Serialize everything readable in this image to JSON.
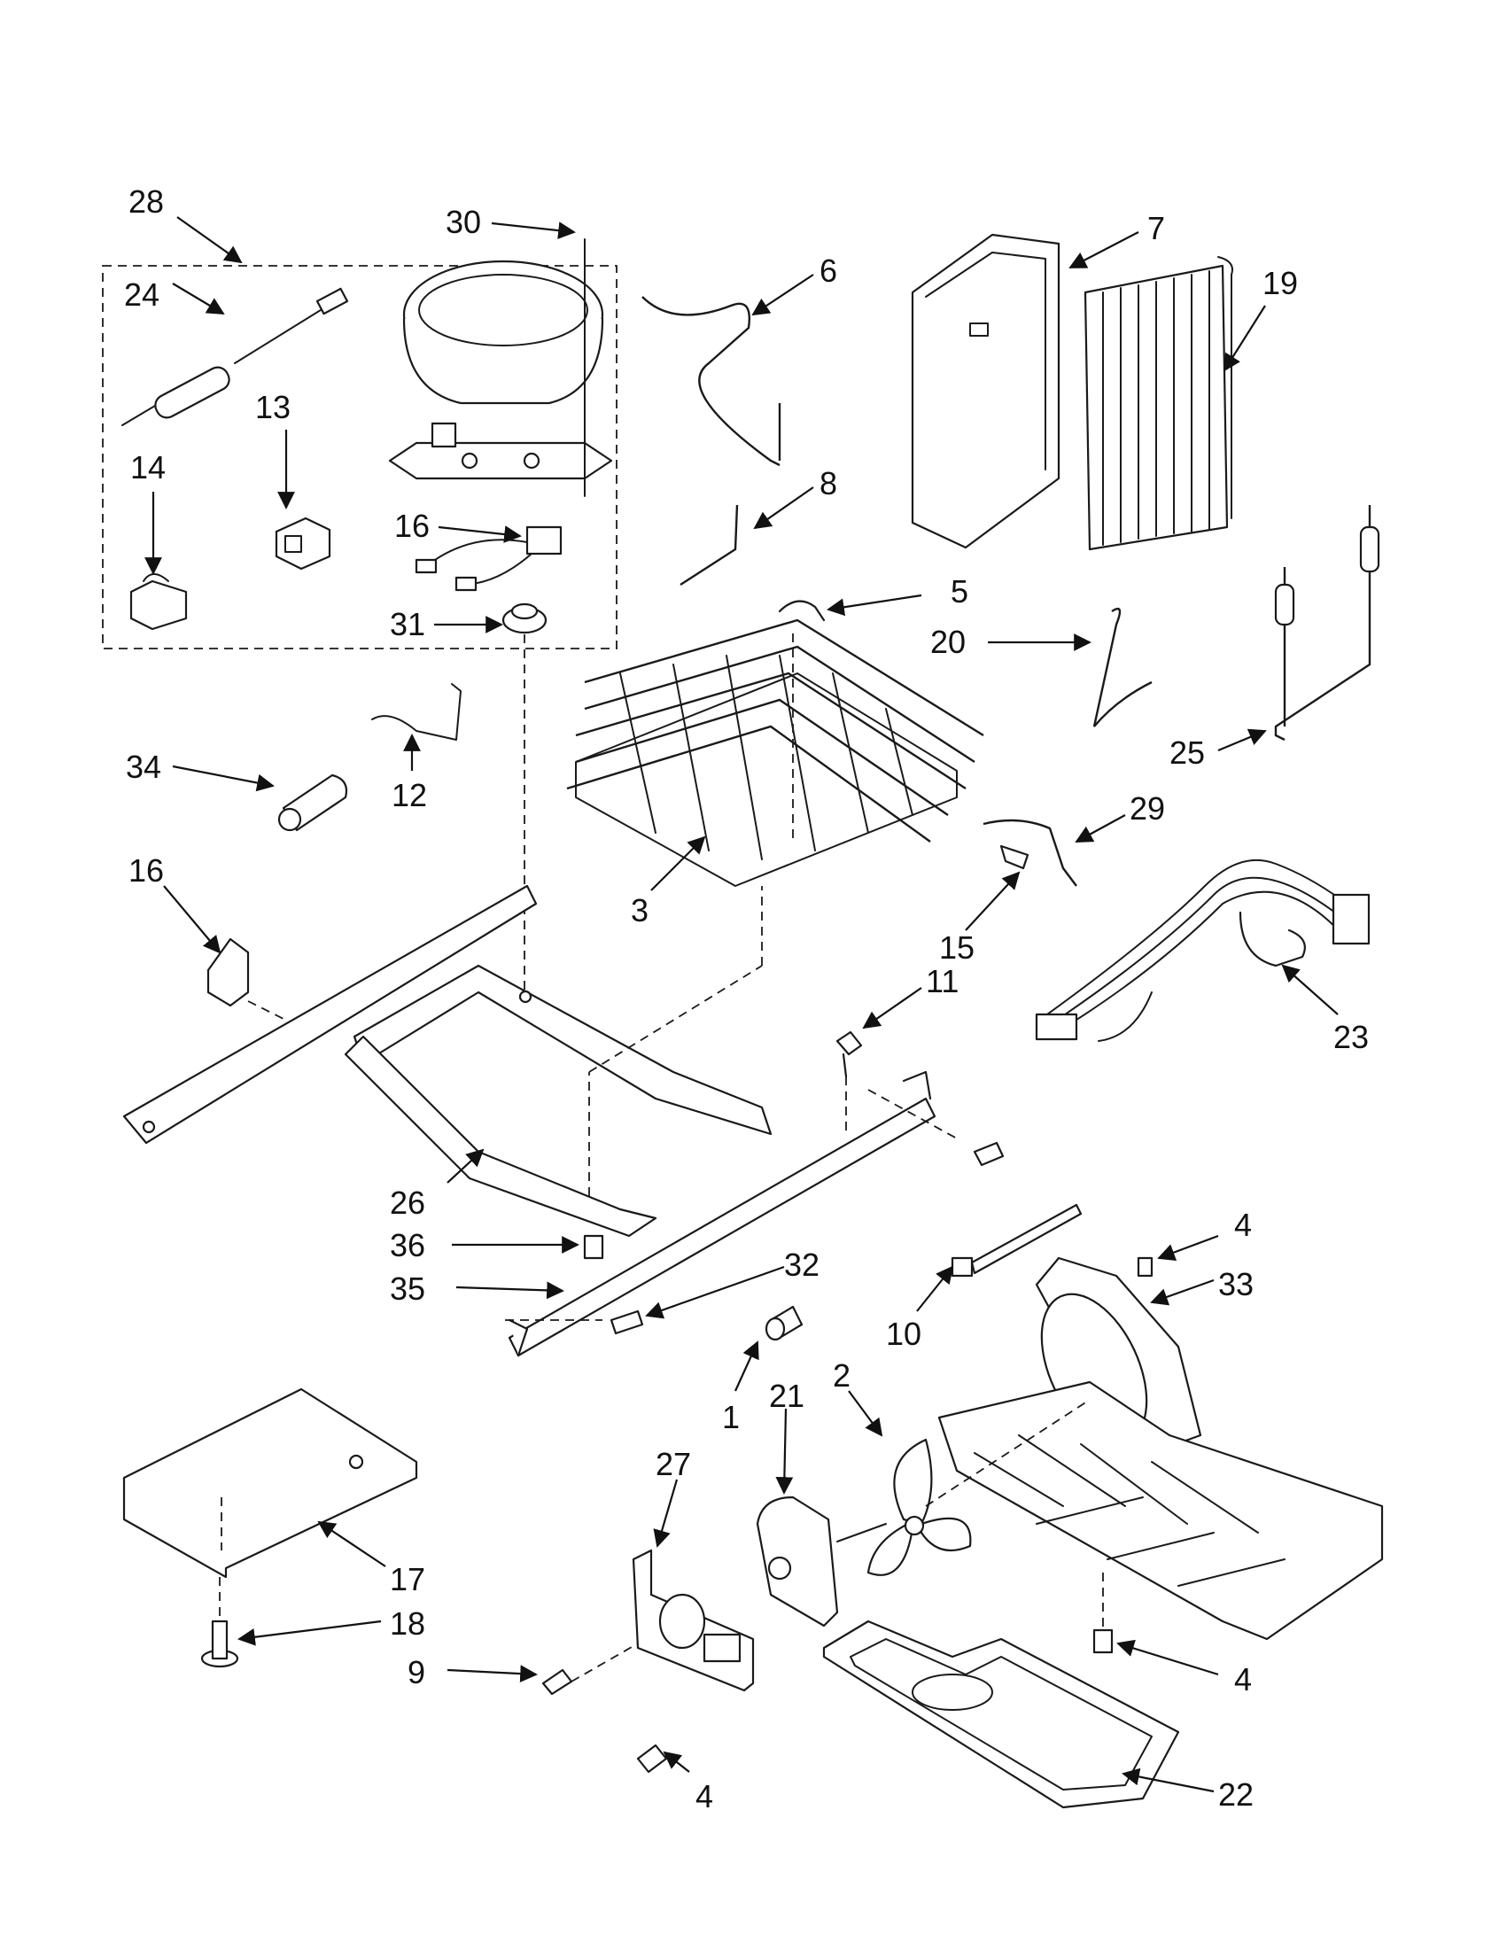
{
  "callouts": [
    {
      "id": "c28",
      "text": "28"
    },
    {
      "id": "c30",
      "text": "30"
    },
    {
      "id": "c24",
      "text": "24"
    },
    {
      "id": "c13",
      "text": "13"
    },
    {
      "id": "c14",
      "text": "14"
    },
    {
      "id": "c16a",
      "text": "16"
    },
    {
      "id": "c31",
      "text": "31"
    },
    {
      "id": "c6",
      "text": "6"
    },
    {
      "id": "c7",
      "text": "7"
    },
    {
      "id": "c19",
      "text": "19"
    },
    {
      "id": "c8",
      "text": "8"
    },
    {
      "id": "c5",
      "text": "5"
    },
    {
      "id": "c20",
      "text": "20"
    },
    {
      "id": "c25",
      "text": "25"
    },
    {
      "id": "c29",
      "text": "29"
    },
    {
      "id": "c34",
      "text": "34"
    },
    {
      "id": "c12",
      "text": "12"
    },
    {
      "id": "c16b",
      "text": "16"
    },
    {
      "id": "c3",
      "text": "3"
    },
    {
      "id": "c15",
      "text": "15"
    },
    {
      "id": "c11",
      "text": "11"
    },
    {
      "id": "c23",
      "text": "23"
    },
    {
      "id": "c26",
      "text": "26"
    },
    {
      "id": "c36",
      "text": "36"
    },
    {
      "id": "c35",
      "text": "35"
    },
    {
      "id": "c32",
      "text": "32"
    },
    {
      "id": "c10",
      "text": "10"
    },
    {
      "id": "c4a",
      "text": "4"
    },
    {
      "id": "c33",
      "text": "33"
    },
    {
      "id": "c1",
      "text": "1"
    },
    {
      "id": "c21",
      "text": "21"
    },
    {
      "id": "c2",
      "text": "2"
    },
    {
      "id": "c27",
      "text": "27"
    },
    {
      "id": "c17",
      "text": "17"
    },
    {
      "id": "c18",
      "text": "18"
    },
    {
      "id": "c9",
      "text": "9"
    },
    {
      "id": "c4b",
      "text": "4"
    },
    {
      "id": "c4c",
      "text": "4"
    },
    {
      "id": "c22",
      "text": "22"
    }
  ]
}
